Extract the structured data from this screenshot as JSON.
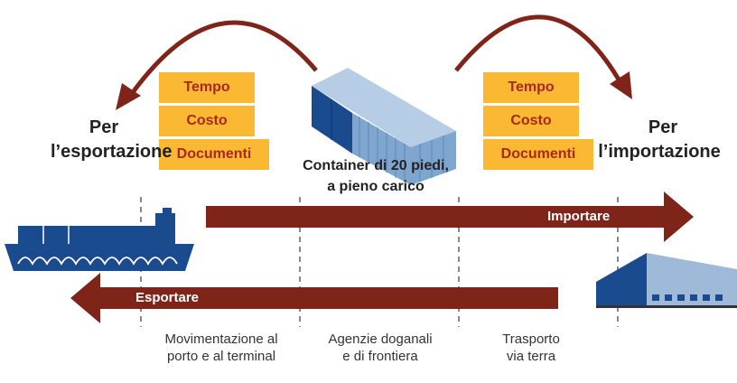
{
  "labels": {
    "export": [
      "Per",
      "l’esportazione"
    ],
    "import": [
      "Per",
      "l’importazione"
    ],
    "container": [
      "Container di 20 piedi,",
      "a pieno carico"
    ]
  },
  "boxes": {
    "left": [
      "Tempo",
      "Costo",
      "Documenti"
    ],
    "right": [
      "Tempo",
      "Costo",
      "Documenti"
    ]
  },
  "arrows": {
    "import_label": "Importare",
    "export_label": "Esportare"
  },
  "stages": [
    [
      "Movimentazione al",
      "porto e al terminal"
    ],
    [
      "Agenzie doganali",
      "e di frontiera"
    ],
    [
      "Trasporto",
      "via terra"
    ]
  ],
  "colors": {
    "arrow": "#7f2419",
    "box": "#fbb832",
    "box_text": "#a8291d",
    "ship": "#1b4b8f",
    "container_front": "#1b4b8f",
    "container_side": "#7fa6cf"
  }
}
